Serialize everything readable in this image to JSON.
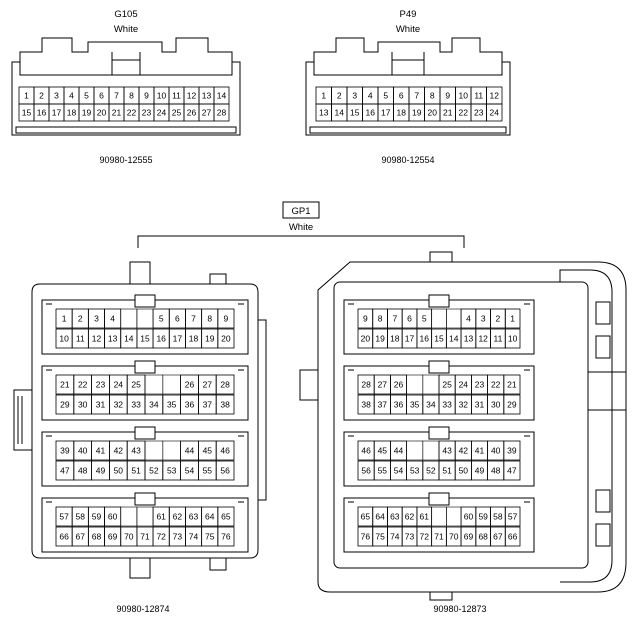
{
  "top_connectors": [
    {
      "id": "G105",
      "name": "G105",
      "color": "White",
      "part_no": "90980-12555",
      "row1": [
        "1",
        "2",
        "3",
        "4",
        "5",
        "6",
        "7",
        "8",
        "9",
        "10",
        "11",
        "12",
        "13",
        "14"
      ],
      "row2": [
        "15",
        "16",
        "17",
        "18",
        "19",
        "20",
        "21",
        "22",
        "23",
        "24",
        "25",
        "26",
        "27",
        "28"
      ]
    },
    {
      "id": "P49",
      "name": "P49",
      "color": "White",
      "part_no": "90980-12554",
      "row1": [
        "1",
        "2",
        "3",
        "4",
        "5",
        "6",
        "7",
        "8",
        "9",
        "10",
        "11",
        "12"
      ],
      "row2": [
        "13",
        "14",
        "15",
        "16",
        "17",
        "18",
        "19",
        "20",
        "21",
        "22",
        "23",
        "24"
      ]
    }
  ],
  "gp1": {
    "name": "GP1",
    "color": "White",
    "left": {
      "part_no": "90980-12874",
      "bays": [
        {
          "row1": [
            "1",
            "2",
            "3",
            "4",
            "",
            "",
            "5",
            "6",
            "7",
            "8",
            "9"
          ],
          "row2": [
            "10",
            "11",
            "12",
            "13",
            "14",
            "15",
            "16",
            "17",
            "18",
            "19",
            "20"
          ]
        },
        {
          "row1": [
            "21",
            "22",
            "23",
            "24",
            "25",
            "",
            "",
            "26",
            "27",
            "28"
          ],
          "row2": [
            "29",
            "30",
            "31",
            "32",
            "33",
            "34",
            "35",
            "36",
            "37",
            "38"
          ]
        },
        {
          "row1": [
            "39",
            "40",
            "41",
            "42",
            "43",
            "",
            "",
            "44",
            "45",
            "46"
          ],
          "row2": [
            "47",
            "48",
            "49",
            "50",
            "51",
            "52",
            "53",
            "54",
            "55",
            "56"
          ]
        },
        {
          "row1": [
            "57",
            "58",
            "59",
            "60",
            "",
            "",
            "61",
            "62",
            "63",
            "64",
            "65"
          ],
          "row2": [
            "66",
            "67",
            "68",
            "69",
            "70",
            "71",
            "72",
            "73",
            "74",
            "75",
            "76"
          ]
        }
      ]
    },
    "right": {
      "part_no": "90980-12873",
      "bays": [
        {
          "row1": [
            "9",
            "8",
            "7",
            "6",
            "5",
            "",
            "",
            "4",
            "3",
            "2",
            "1"
          ],
          "row2": [
            "20",
            "19",
            "18",
            "17",
            "16",
            "15",
            "14",
            "13",
            "12",
            "11",
            "10"
          ]
        },
        {
          "row1": [
            "28",
            "27",
            "26",
            "",
            "",
            "25",
            "24",
            "23",
            "22",
            "21"
          ],
          "row2": [
            "38",
            "37",
            "36",
            "35",
            "34",
            "33",
            "32",
            "31",
            "30",
            "29"
          ]
        },
        {
          "row1": [
            "46",
            "45",
            "44",
            "",
            "",
            "43",
            "42",
            "41",
            "40",
            "39"
          ],
          "row2": [
            "56",
            "55",
            "54",
            "53",
            "52",
            "51",
            "50",
            "49",
            "48",
            "47"
          ]
        },
        {
          "row1": [
            "65",
            "64",
            "63",
            "62",
            "61",
            "",
            "",
            "60",
            "59",
            "58",
            "57"
          ],
          "row2": [
            "76",
            "75",
            "74",
            "73",
            "72",
            "71",
            "70",
            "69",
            "68",
            "67",
            "66"
          ]
        }
      ]
    }
  }
}
